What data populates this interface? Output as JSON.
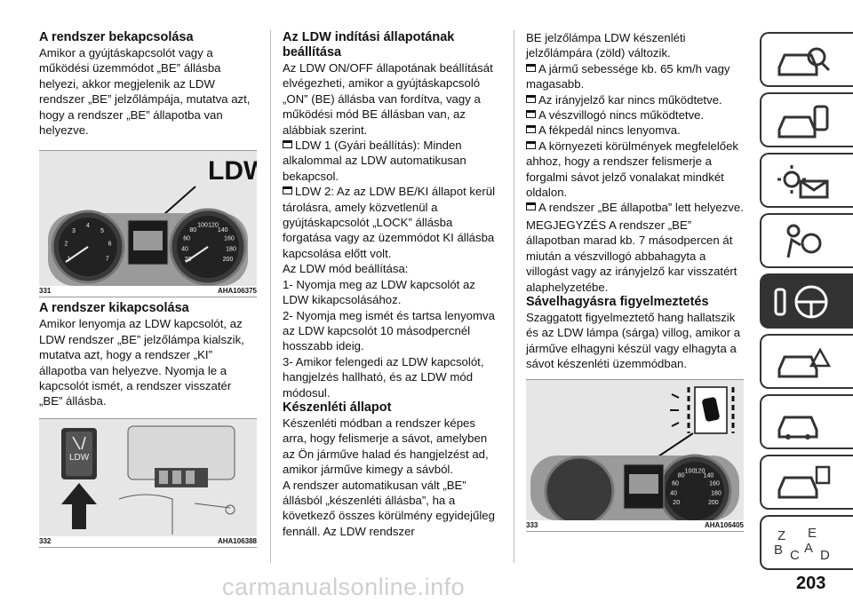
{
  "col1": {
    "h1": "A rendszer bekapcsolása",
    "p1": "Amikor a gyújtáskapcsolót vagy a működési üzemmódot „BE” állásba helyezi, akkor megjelenik az LDW rendszer „BE” jelzőlámpája, mutatva azt, hogy a rendszer „BE” állapotba van helyezve.",
    "fig331": {
      "num": "331",
      "code": "AHA106375",
      "label": "LDW"
    },
    "h2": "A rendszer kikapcsolása",
    "p2": "Amikor lenyomja az LDW kapcsolót, az LDW rendszer „BE” jelzőlámpa kialszik, mutatva azt, hogy a rendszer „KI” állapotba van helyezve. Nyomja le a kapcsolót ismét, a rendszer visszatér „BE” állásba.",
    "fig332": {
      "num": "332",
      "code": "AHA106388",
      "label": "LDW"
    }
  },
  "col2": {
    "h1": "Az LDW indítási állapotának beállítása",
    "p1": "Az LDW ON/OFF állapotának beállítását elvégezheti, amikor a gyújtáskapcsoló „ON” (BE) állásba van fordítva, vagy a működési mód BE állásban van, az alábbiak szerint.",
    "b1": "LDW 1 (Gyári beállítás): Minden alkalommal az LDW automatikusan bekapcsol.",
    "b2": "LDW 2: Az az LDW BE/KI állapot kerül tárolásra, amely közvetlenül a gyújtáskapcsolót „LOCK” állásba forgatása vagy az üzemmódot KI állásba kapcsolása előtt volt.",
    "p2": "Az LDW mód beállítása:",
    "s1": "1- Nyomja meg az LDW kapcsolót az LDW kikapcsolásához.",
    "s2": "2- Nyomja meg ismét és tartsa lenyomva az LDW kapcsolót 10 másodpercnél hosszabb ideig.",
    "s3": "3- Amikor felengedi az LDW kapcsolót, hangjelzés hallható, és az LDW mód módosul.",
    "h2": "Készenléti állapot",
    "p3": "Készenléti módban a rendszer képes arra, hogy felismerje a sávot, amelyben az Ön járműve halad és hangjelzést ad, amikor járműve kimegy a sávból.",
    "p4": "A rendszer automatikusan vált „BE” állásból „készenléti állásba”, ha a következő összes körülmény egyidejűleg fennáll. Az LDW rendszer"
  },
  "col3": {
    "p1": "BE jelzőlámpa LDW készenléti jelzőlámpára (zöld) változik.",
    "b1": "A jármű sebessége kb. 65 km/h vagy magasabb.",
    "b2": "Az irányjelző kar nincs működtetve.",
    "b3": "A vészvillogó nincs működtetve.",
    "b4": "A fékpedál nincs lenyomva.",
    "b5": "A környezeti körülmények megfelelőek ahhoz, hogy a rendszer felismerje a forgalmi sávot jelző vonalakat mindkét oldalon.",
    "b6": "A rendszer „BE állapotba” lett helyezve.",
    "p2": "MEGJEGYZÉS A rendszer „BE” állapotban marad kb. 7 másodpercen át miután a vészvillogó abbahagyta a villogást vagy az irányjelző kar visszatért alaphelyzetébe.",
    "h1": "Sávelhagyásra figyelmeztetés",
    "p3": "Szaggatott figyelmeztető hang hallatszik és az LDW lámpa (sárga) villog, amikor a járműve elhagyni készül vagy elhagyta a sávot készenléti üzemmódban.",
    "fig333": {
      "num": "333",
      "code": "AHA106405"
    }
  },
  "page_number": "203",
  "watermark": "carmanualsonline.info",
  "speedo_ticks": [
    "20",
    "40",
    "60",
    "80",
    "100",
    "120",
    "140",
    "160",
    "180",
    "200"
  ],
  "tach_ticks": [
    "1",
    "2",
    "3",
    "4",
    "5",
    "6",
    "7"
  ],
  "sidebar_letters": [
    "Z",
    "E",
    "B",
    "C",
    "A",
    "D"
  ]
}
